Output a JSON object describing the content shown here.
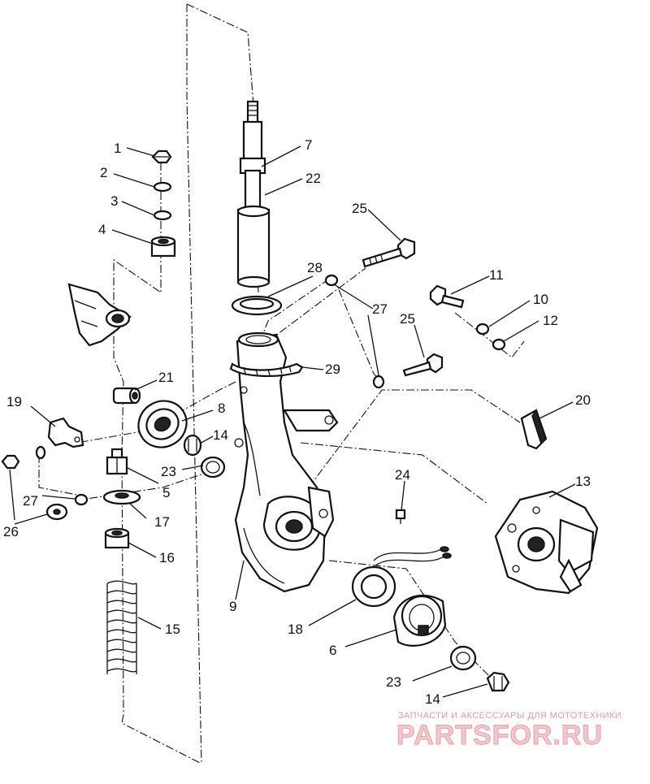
{
  "diagram": {
    "callouts": [
      {
        "id": "c1",
        "text": "1"
      },
      {
        "id": "c2",
        "text": "2"
      },
      {
        "id": "c3",
        "text": "3"
      },
      {
        "id": "c4",
        "text": "4"
      },
      {
        "id": "c5",
        "text": "5"
      },
      {
        "id": "c6",
        "text": "6"
      },
      {
        "id": "c7",
        "text": "7"
      },
      {
        "id": "c8",
        "text": "8"
      },
      {
        "id": "c9",
        "text": "9"
      },
      {
        "id": "c10",
        "text": "10"
      },
      {
        "id": "c11",
        "text": "11"
      },
      {
        "id": "c12",
        "text": "12"
      },
      {
        "id": "c13",
        "text": "13"
      },
      {
        "id": "c14a",
        "text": "14"
      },
      {
        "id": "c14b",
        "text": "14"
      },
      {
        "id": "c15",
        "text": "15"
      },
      {
        "id": "c16",
        "text": "16"
      },
      {
        "id": "c17",
        "text": "17"
      },
      {
        "id": "c18",
        "text": "18"
      },
      {
        "id": "c19",
        "text": "19"
      },
      {
        "id": "c20",
        "text": "20"
      },
      {
        "id": "c21",
        "text": "21"
      },
      {
        "id": "c22",
        "text": "22"
      },
      {
        "id": "c23a",
        "text": "23"
      },
      {
        "id": "c23b",
        "text": "23"
      },
      {
        "id": "c24",
        "text": "24"
      },
      {
        "id": "c25a",
        "text": "25"
      },
      {
        "id": "c25b",
        "text": "25"
      },
      {
        "id": "c26",
        "text": "26"
      },
      {
        "id": "c27a",
        "text": "27"
      },
      {
        "id": "c27b",
        "text": "27"
      },
      {
        "id": "c28",
        "text": "28"
      },
      {
        "id": "c29",
        "text": "29"
      }
    ]
  },
  "watermark": {
    "tagline": "ЗАПЧАСТИ И АКСЕССУАРЫ ДЛЯ МОТОТЕХНИКИ",
    "brand": "PARTSFOR.RU"
  },
  "colors": {
    "ink": "#111111",
    "watermark": "#e3a1aa"
  }
}
